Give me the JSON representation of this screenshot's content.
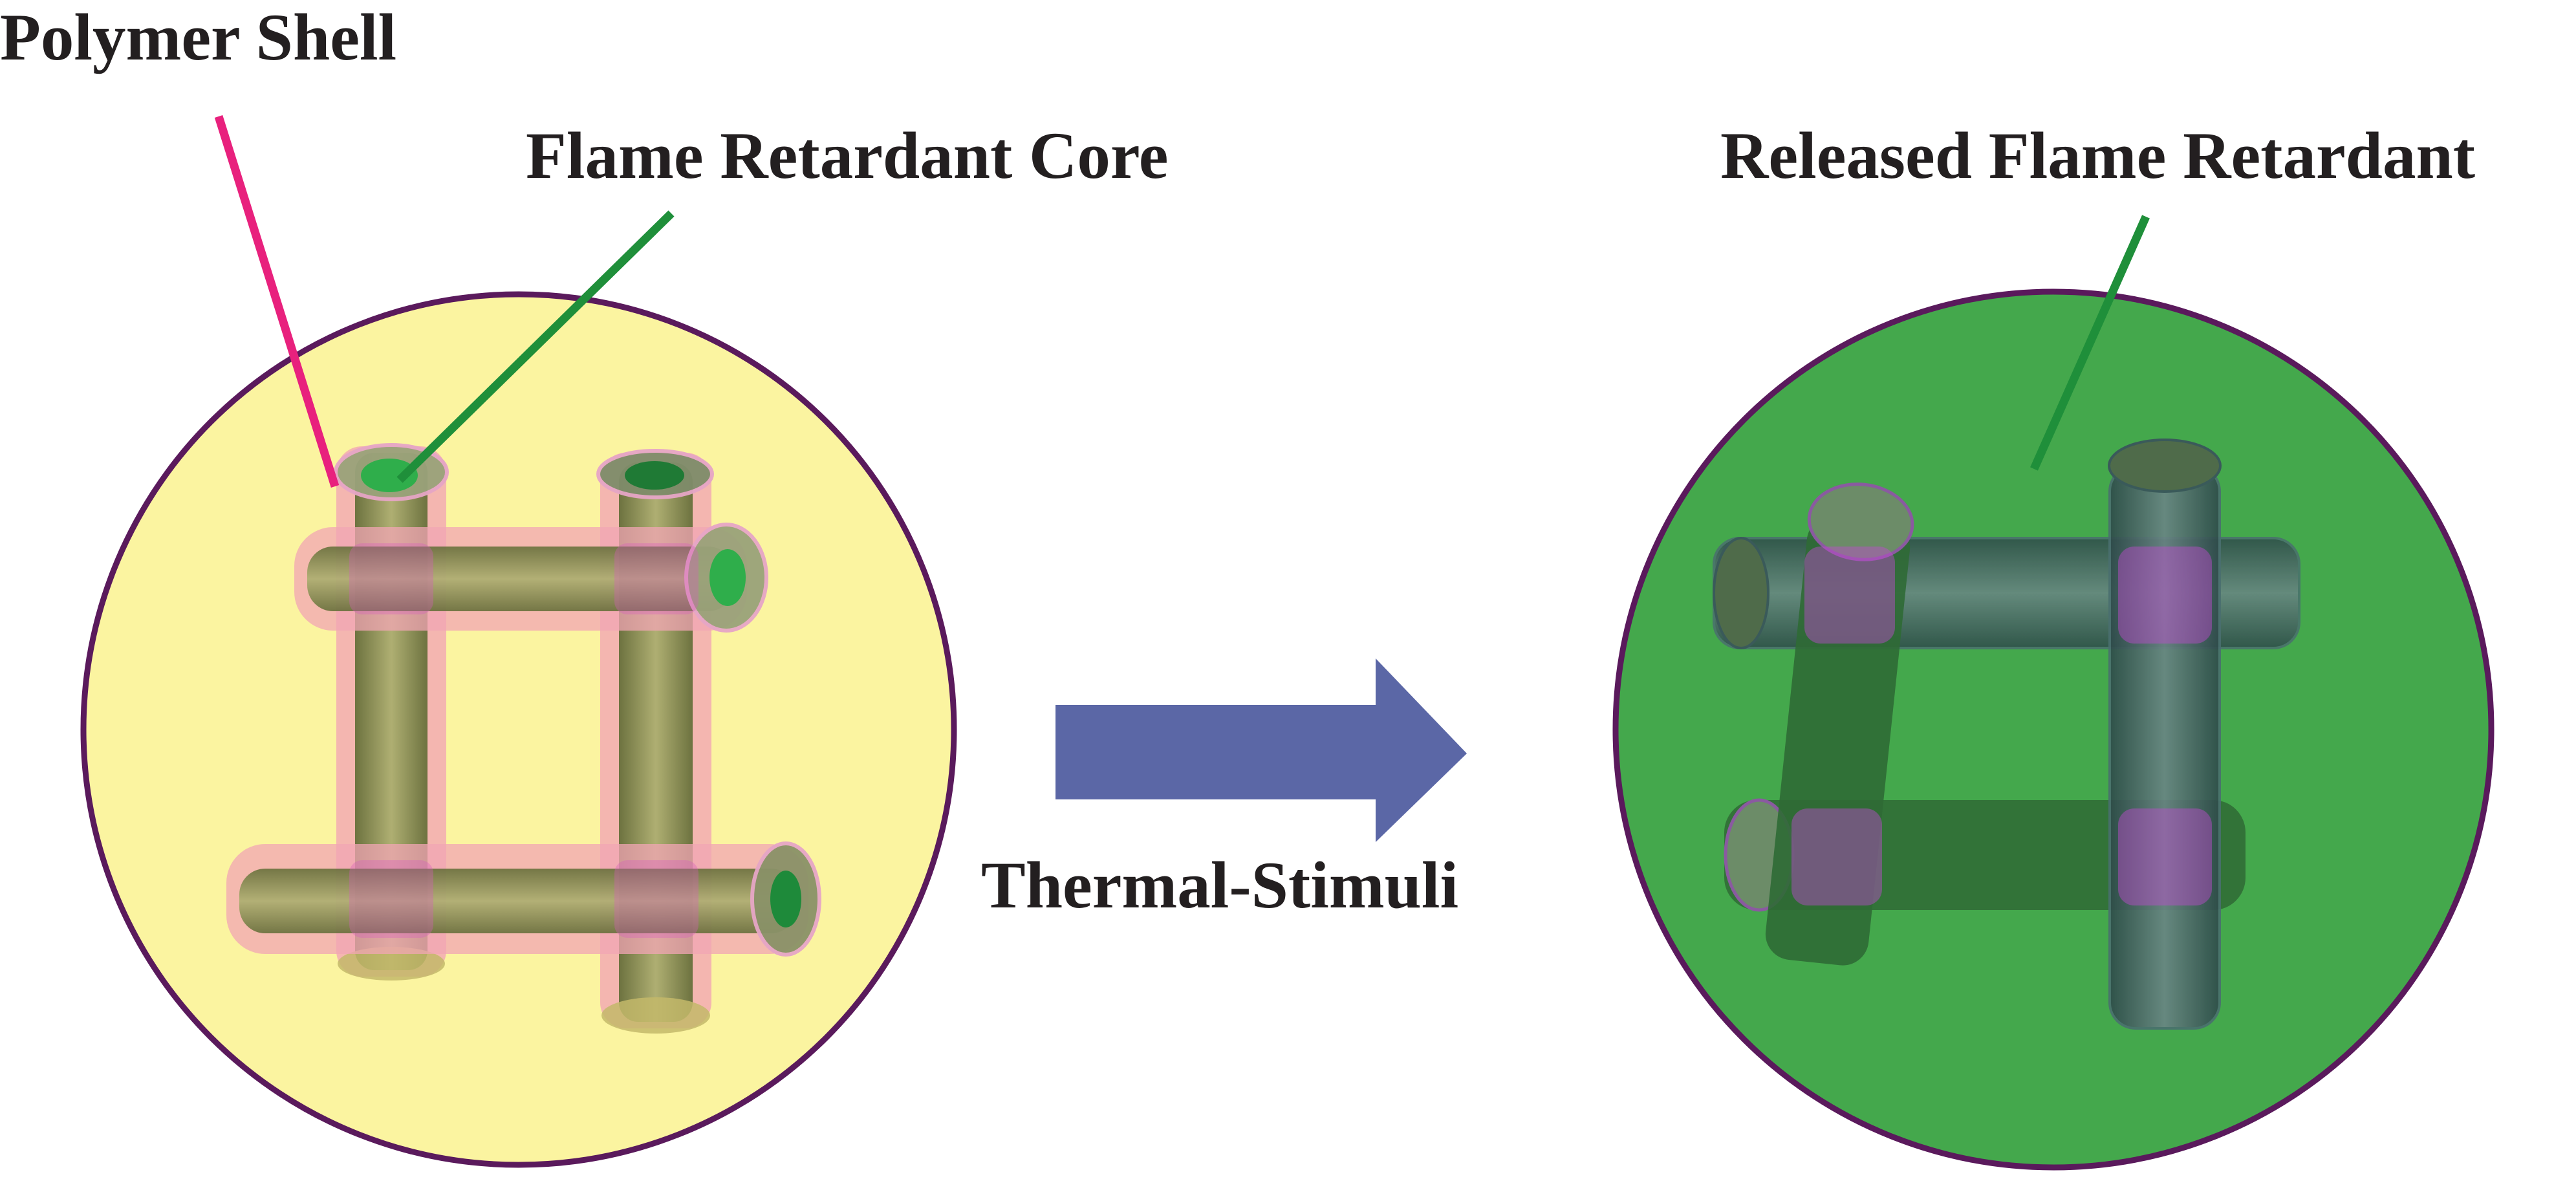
{
  "labels": {
    "polymer_shell": "Polymer Shell",
    "flame_retardant_core": "Flame Retardant Core",
    "released_flame_retardant": "Released Flame Retardant",
    "thermal_stimuli": "Thermal-Stimuli"
  },
  "colors": {
    "left_matrix_fill": "#fbf4a0",
    "right_matrix_fill": "#44a84c",
    "circle_outline": "#5a1a5c",
    "shell_tint": "#f2a6b4",
    "core_color": "#7a8a45",
    "core_end_green": "#2fae4b",
    "empty_tube_color": "#3f5e5e",
    "shell_pointer_line": "#e8217d",
    "core_pointer_line": "#1f8f3a",
    "arrow_fill": "#5b67a6",
    "text_color": "#231f20"
  }
}
